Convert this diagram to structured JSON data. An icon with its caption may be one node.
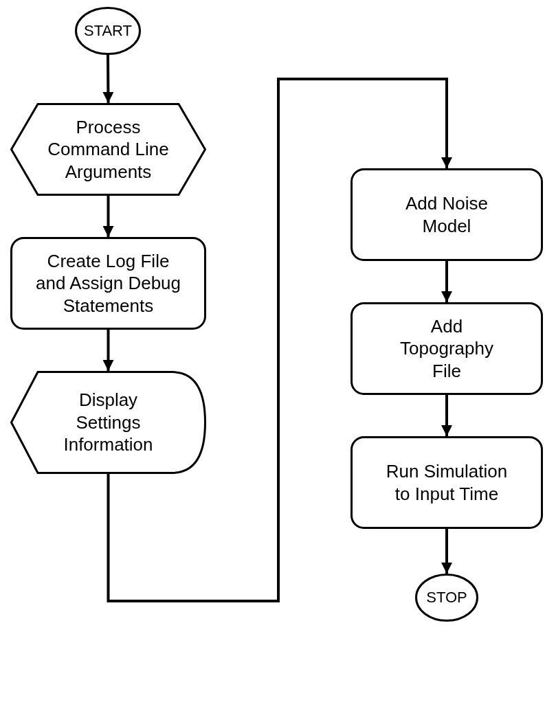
{
  "diagram": {
    "nodes": [
      {
        "text": [
          "START"
        ]
      },
      {
        "text": [
          "Process Command Line Arguments"
        ]
      },
      {
        "text": [
          "Create Log File and Assign Debug Statements"
        ]
      },
      {
        "text": [
          "Display Settings Information"
        ]
      },
      {
        "text": [
          "Add Noise Model"
        ]
      },
      {
        "text": [
          "Add Topography File"
        ]
      },
      {
        "text": [
          "Run Simulation to Input Time"
        ]
      },
      {
        "text": [
          "STOP"
        ]
      }
    ],
    "edges": [
      {
        "from": 0,
        "to": 1,
        "arrow": "to"
      },
      {
        "from": 1,
        "to": 2,
        "arrow": "to"
      },
      {
        "from": 2,
        "to": 3,
        "arrow": "to"
      },
      {
        "from": 3,
        "to": 4,
        "arrow": "to"
      },
      {
        "from": 4,
        "to": 5,
        "arrow": "to"
      },
      {
        "from": 5,
        "to": 6,
        "arrow": "to"
      },
      {
        "from": 6,
        "to": 7,
        "arrow": "to"
      }
    ]
  }
}
